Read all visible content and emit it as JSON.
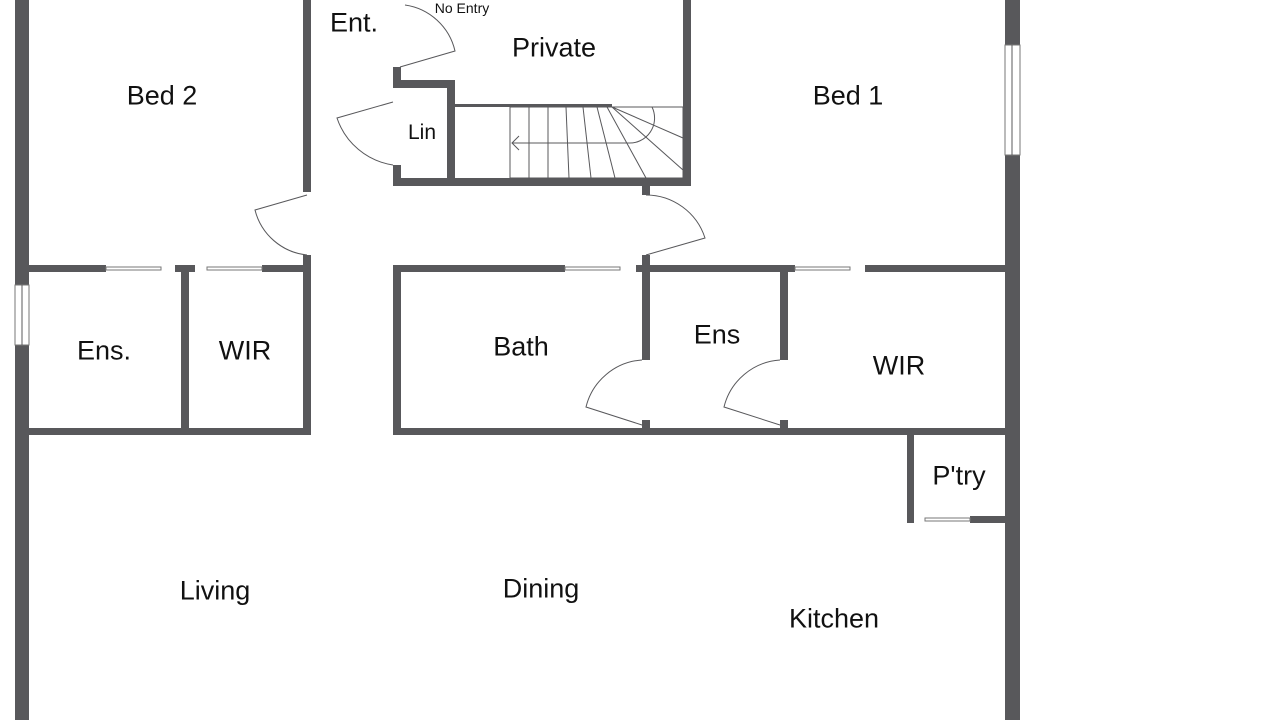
{
  "rooms": {
    "bed2": "Bed 2",
    "ent": "Ent.",
    "no_entry": "No Entry",
    "private": "Private",
    "lin": "Lin",
    "bed1": "Bed 1",
    "ens_left": "Ens.",
    "wir_left": "WIR",
    "bath": "Bath",
    "ens_right": "Ens",
    "wir_right": "WIR",
    "pantry": "P'try",
    "living": "Living",
    "dining": "Dining",
    "kitchen": "Kitchen"
  },
  "colors": {
    "wall": "#58585b"
  }
}
